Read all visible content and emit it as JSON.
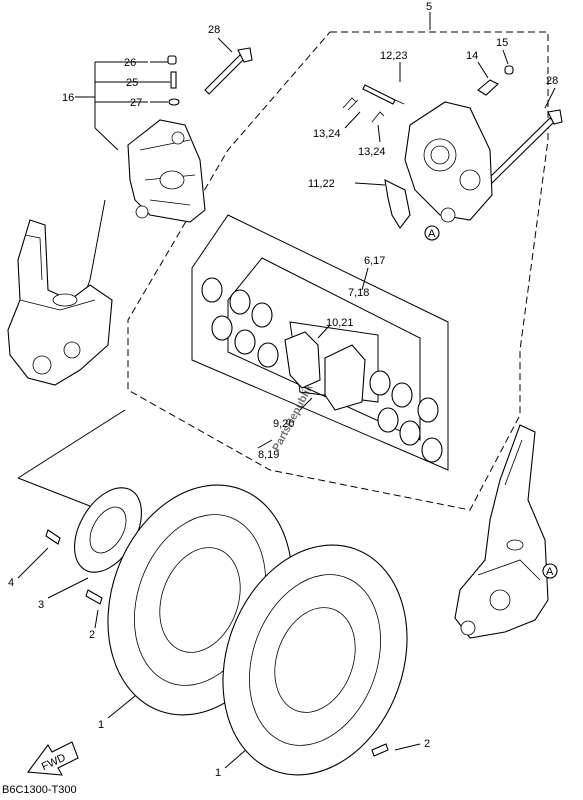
{
  "callouts": {
    "c1a": "1",
    "c1b": "1",
    "c2a": "2",
    "c2b": "2",
    "c3": "3",
    "c4": "4",
    "c5": "5",
    "c6_17": "6,17",
    "c7_18": "7,18",
    "c8_19": "8,19",
    "c9_20": "9,20",
    "c10_21": "10,21",
    "c11_22": "11,22",
    "c12_23": "12,23",
    "c13_24a": "13,24",
    "c13_24b": "13,24",
    "c14": "14",
    "c15": "15",
    "c16": "16",
    "c25": "25",
    "c26": "26",
    "c27": "27",
    "c28a": "28",
    "c28b": "28"
  },
  "markers": {
    "ref_a1": "A",
    "ref_a2": "A"
  },
  "fwd_label": "FWD",
  "watermark": "PartsRepublik",
  "footer_code": "B6C1300-T300"
}
